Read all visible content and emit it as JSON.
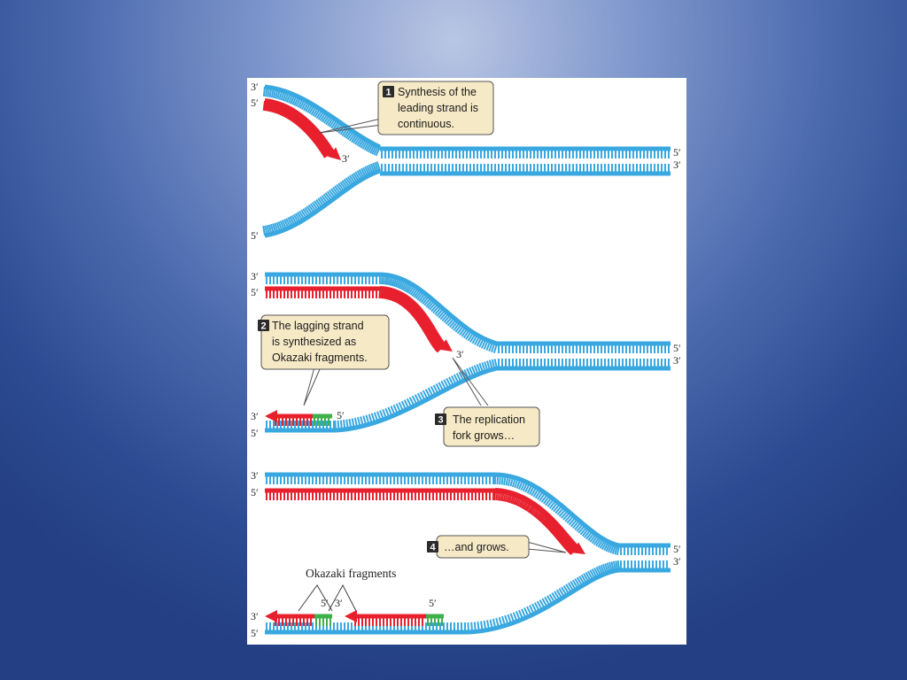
{
  "colors": {
    "template_strand": "#39a8e0",
    "new_strand": "#e8202e",
    "primer": "#3fb04a",
    "callout_bg": "#f6e9c6"
  },
  "strand_labels": {
    "three_prime": "3′",
    "five_prime": "5′"
  },
  "callouts": [
    {
      "number": "1",
      "lines": [
        "Synthesis of the",
        "leading strand is",
        "continuous."
      ]
    },
    {
      "number": "2",
      "lines": [
        "The lagging strand",
        "is synthesized as",
        "Okazaki fragments."
      ]
    },
    {
      "number": "3",
      "lines": [
        "The replication",
        "fork grows…"
      ]
    },
    {
      "number": "4",
      "lines": [
        "…and grows."
      ]
    }
  ],
  "okazaki_label": "Okazaki fragments"
}
